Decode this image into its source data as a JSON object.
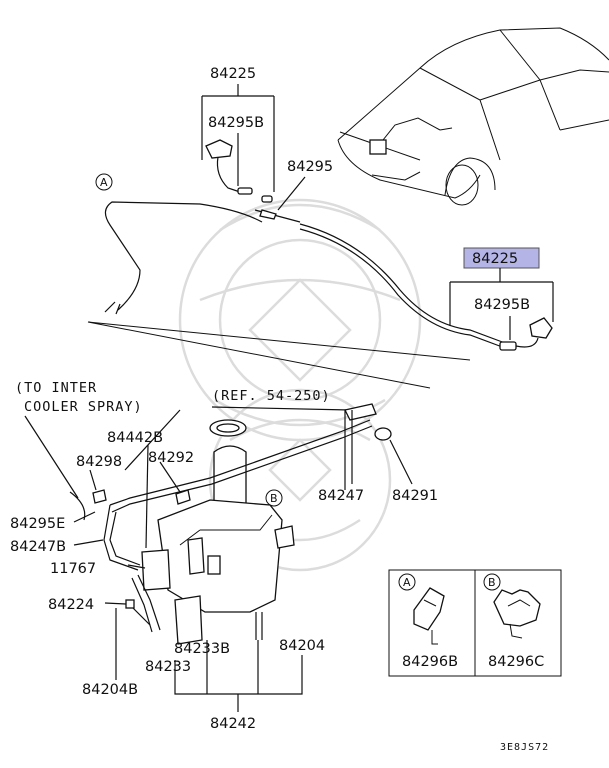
{
  "labels": {
    "p84225_top": "84225",
    "p84295B_top": "84295B",
    "p84295_mid": "84295",
    "p84225_right": "84225",
    "p84295B_right": "84295B",
    "to_inter_line1": "(TO INTER",
    "to_inter_line2": "COOLER SPRAY)",
    "ref": "(REF. 54-250)",
    "p84442B": "84442B",
    "p84298": "84298",
    "p84292": "84292",
    "p84247": "84247",
    "p84291": "84291",
    "p84295E": "84295E",
    "p84247B": "84247B",
    "p11767": "11767",
    "p84224": "84224",
    "p84233B": "84233B",
    "p84233": "84233",
    "p84204": "84204",
    "p84204B": "84204B",
    "p84242": "84242",
    "p84296B": "84296B",
    "p84296C": "84296C",
    "circle_A": "A",
    "circle_B": "B",
    "code": "3E8JS72"
  },
  "colors": {
    "highlight": "#b4b4e6",
    "line": "#111111",
    "watermark": "#d9d9d9"
  }
}
